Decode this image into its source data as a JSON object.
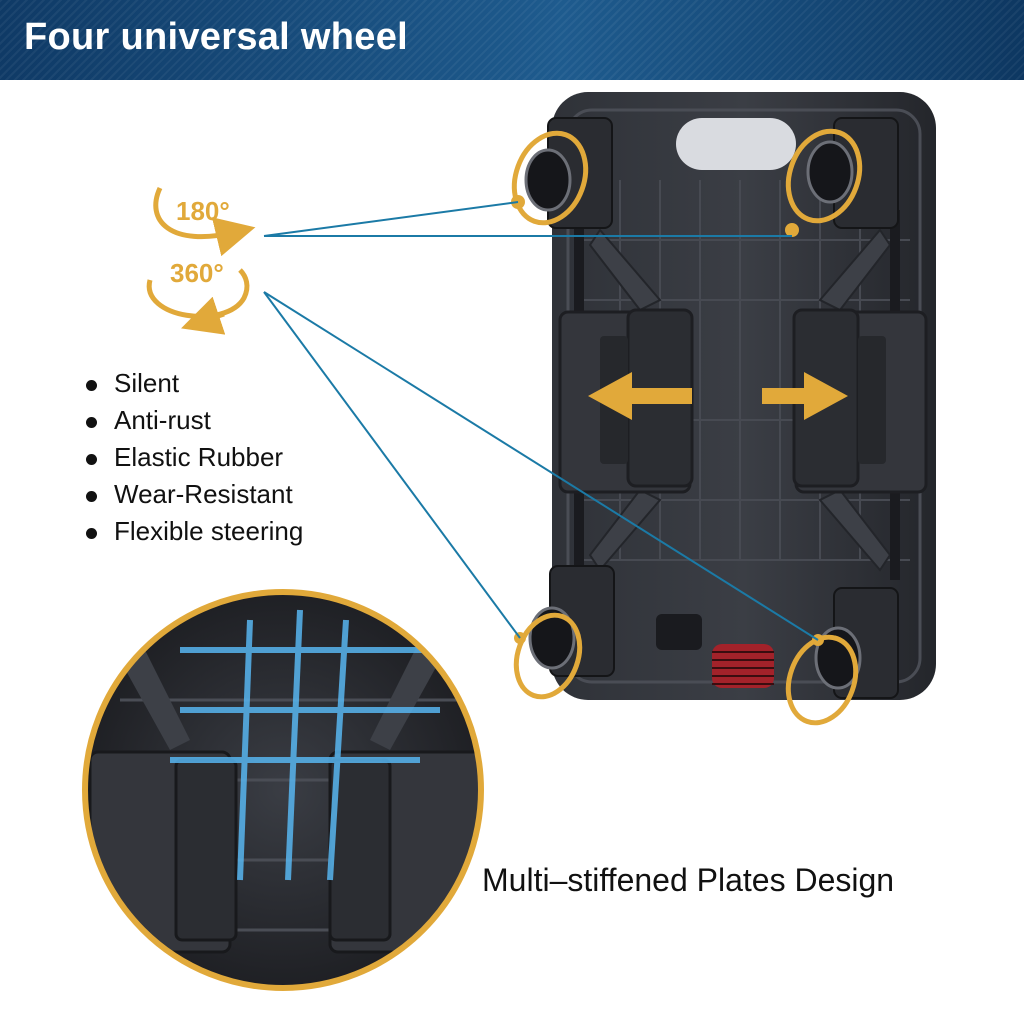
{
  "header": {
    "title": "Four universal wheel"
  },
  "rotation": {
    "label_180": "180°",
    "label_360": "360°"
  },
  "features": [
    "Silent",
    "Anti-rust",
    "Elastic Rubber",
    "Wear-Resistant",
    "Flexible steering"
  ],
  "caption": "Multi–stiffened Plates Design",
  "colors": {
    "header": "#1e5b8e",
    "accent": "#e1a93a",
    "line": "#1b7aa6",
    "product": "#2a2c31"
  }
}
